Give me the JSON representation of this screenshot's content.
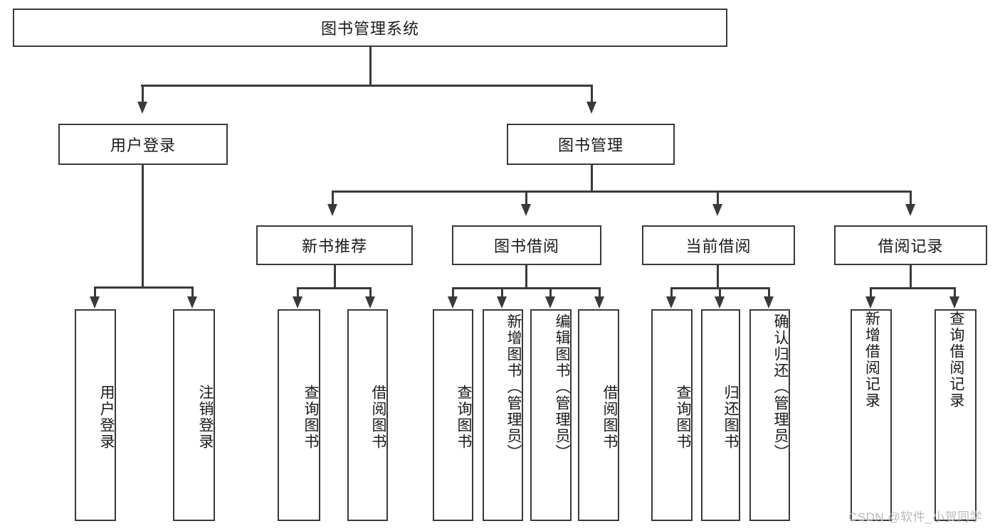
{
  "diagram": {
    "title": "图书管理系统",
    "type": "hierarchy-tree",
    "watermark": "CSDN @软件_小贺同学",
    "colors": {
      "stroke": "#3a3a3a",
      "fill": "#ffffff",
      "text": "#1a1a1a",
      "watermark": "#b9b9b9"
    },
    "levels": {
      "root": {
        "label": "图书管理系统"
      },
      "level2": [
        {
          "label": "用户登录"
        },
        {
          "label": "图书管理"
        }
      ],
      "level3": [
        {
          "label": "新书推荐"
        },
        {
          "label": "图书借阅"
        },
        {
          "label": "当前借阅"
        },
        {
          "label": "借阅记录"
        }
      ],
      "leaves": [
        {
          "label": "用户登录",
          "parent": "用户登录"
        },
        {
          "label": "注销登录",
          "parent": "用户登录"
        },
        {
          "label": "查询图书",
          "parent": "新书推荐"
        },
        {
          "label": "借阅图书",
          "parent": "新书推荐"
        },
        {
          "label": "查询图书",
          "parent": "图书借阅"
        },
        {
          "label": "新增图书（管理员）",
          "parent": "图书借阅"
        },
        {
          "label": "编辑图书（管理员）",
          "parent": "图书借阅"
        },
        {
          "label": "借阅图书",
          "parent": "图书借阅"
        },
        {
          "label": "查询图书",
          "parent": "当前借阅"
        },
        {
          "label": "归还图书",
          "parent": "当前借阅"
        },
        {
          "label": "确认归还（管理员）",
          "parent": "当前借阅"
        },
        {
          "label": "新增借阅记录",
          "parent": "借阅记录"
        },
        {
          "label": "查询借阅记录",
          "parent": "借阅记录"
        }
      ]
    }
  }
}
